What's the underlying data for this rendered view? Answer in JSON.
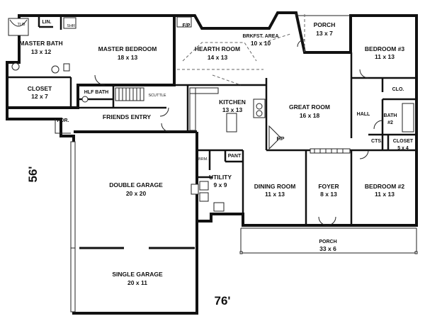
{
  "plan": {
    "rooms": {
      "tub": "TUB",
      "lin": "LIN.",
      "shr": "SHR.",
      "master_bath_name": "MASTER BATH",
      "master_bath_size": "13 x 12",
      "closet_name": "CLOSET",
      "closet_size": "12 x 7",
      "master_bedroom_name": "MASTER BEDROOM",
      "master_bedroom_size": "18 x 13",
      "fp1": "F/P",
      "hearth_room_name": "HEARTH ROOM",
      "hearth_room_size": "14 x 13",
      "brkfst_name": "BRKFST. AREA",
      "brkfst_size": "10 x 10",
      "porch_top_name": "PORCH",
      "porch_top_size": "13 x 7",
      "bedroom3_name": "BEDROOM #3",
      "bedroom3_size": "11 x 13",
      "clo": "CLO.",
      "hlf_bath": "HLF BATH",
      "scuttle": "SCUTTLE",
      "kitchen_name": "KITCHEN",
      "kitchen_size": "13 x 13",
      "great_room_name": "GREAT ROOM",
      "great_room_size": "16 x 18",
      "hall": "HALL",
      "bath2_name": "BATH",
      "bath2_size": "#2",
      "por": "POR.",
      "friends_entry": "FRIENDS ENTRY",
      "fp2": "F/P",
      "cts": "CTS.",
      "closet2_name": "CLOSET",
      "closet2_size": "5 x 4",
      "brm": "BRM.",
      "pant": "PANT",
      "utility_name": "UTILITY",
      "utility_size": "9 x 9",
      "double_garage_name": "DOUBLE GARAGE",
      "double_garage_size": "20 x 20",
      "dining_room_name": "DINING ROOM",
      "dining_room_size": "11 x 13",
      "foyer_name": "FOYER",
      "foyer_size": "8 x 13",
      "bedroom2_name": "BEDROOM #2",
      "bedroom2_size": "11 x 13",
      "porch_front_name": "PORCH",
      "porch_front_size": "33 x 6",
      "single_garage_name": "SINGLE GARAGE",
      "single_garage_size": "20 x 11"
    },
    "dimensions": {
      "depth": "56'",
      "width": "76'"
    }
  }
}
